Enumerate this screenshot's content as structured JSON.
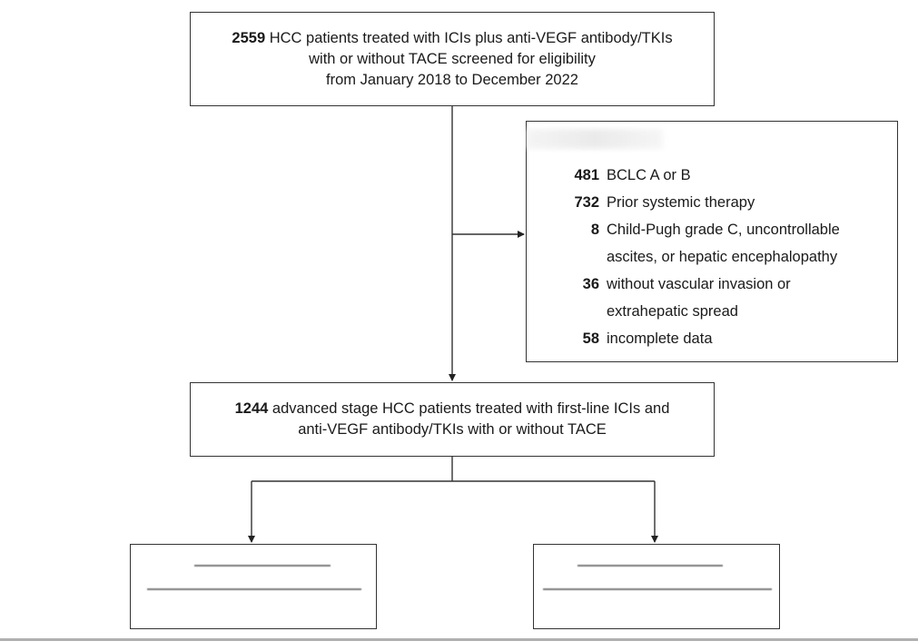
{
  "screened": {
    "count": "2559",
    "line1_rest": " HCC patients treated with ICIs plus anti-VEGF antibody/TKIs",
    "line2": "with or without TACE screened for eligibility",
    "line3": "from January 2018 to December 2022"
  },
  "excluded": {
    "items": [
      {
        "count": "481",
        "text": "BCLC A or B"
      },
      {
        "count": "732",
        "text": "Prior systemic therapy"
      },
      {
        "count": "8",
        "text": "Child-Pugh grade C, uncontrollable"
      },
      {
        "count": "",
        "text": "ascites, or hepatic encephalopathy"
      },
      {
        "count": "36",
        "text": "without vascular invasion or"
      },
      {
        "count": "",
        "text": "extrahepatic spread"
      },
      {
        "count": "58",
        "text": "incomplete data"
      }
    ]
  },
  "included": {
    "count": "1244",
    "line1_rest": " advanced stage HCC patients treated with first-line ICIs and",
    "line2": "anti-VEGF antibody/TKIs with or without TACE"
  }
}
